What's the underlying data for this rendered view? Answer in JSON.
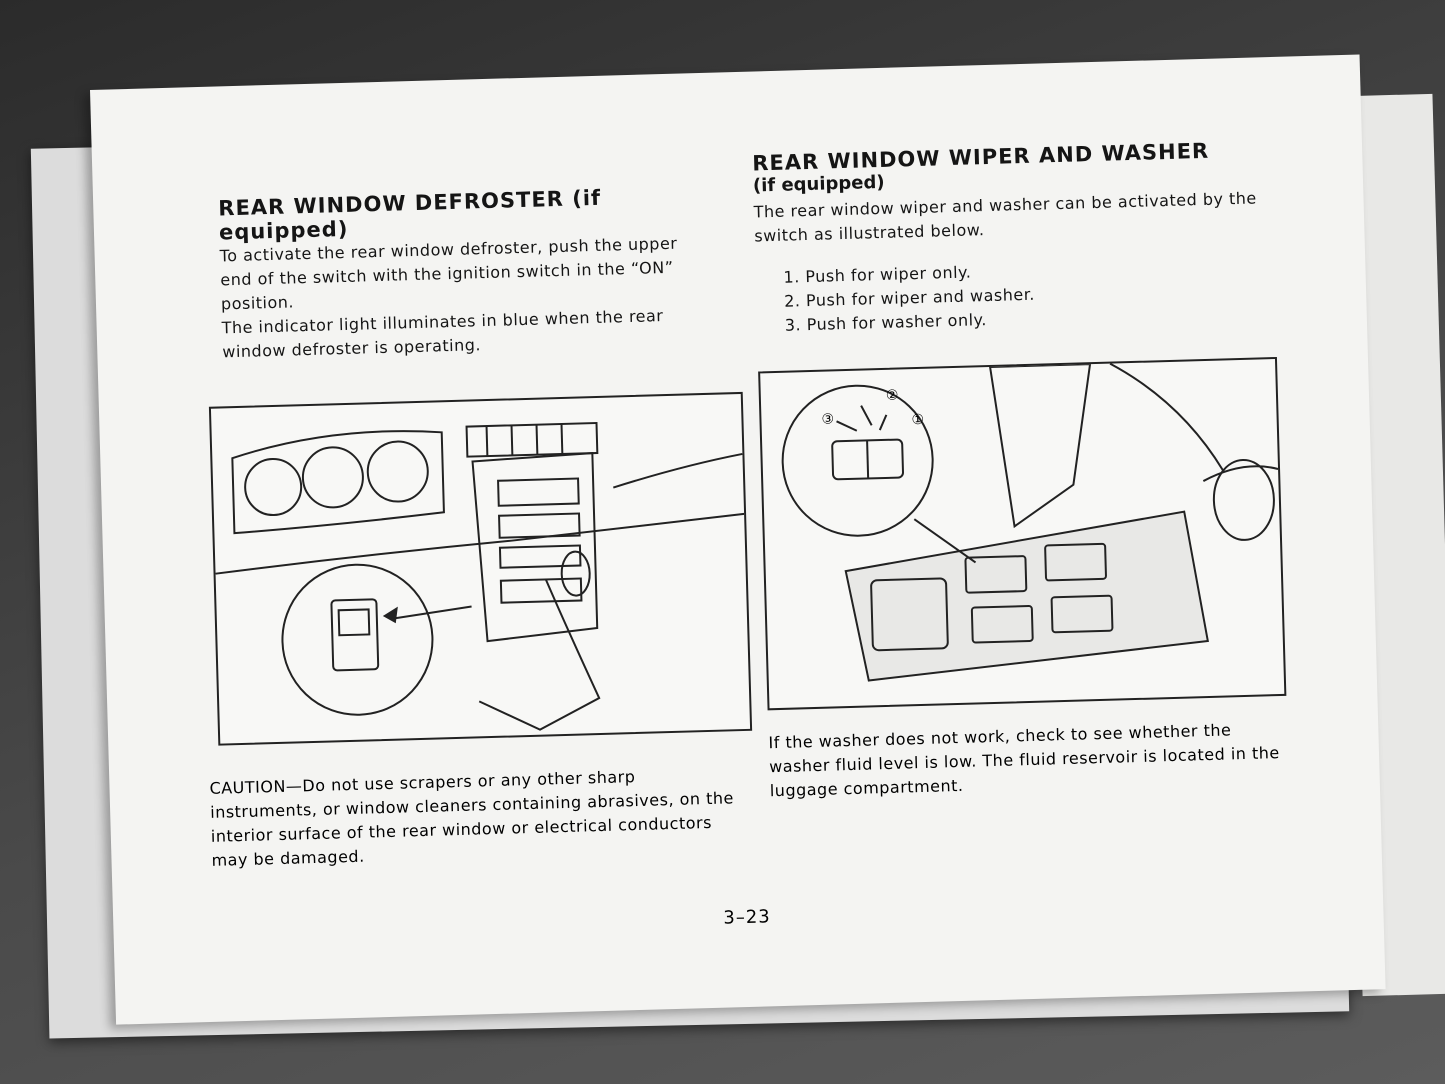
{
  "left": {
    "heading": "REAR WINDOW DEFROSTER (if equipped)",
    "para1": "To activate the rear window defroster, push the upper end of the switch with the ignition switch in the “ON” position.",
    "para2": "The indicator light illuminates in blue when the rear window defroster is operating.",
    "caution": "CAUTION—Do not use scrapers or any other sharp instruments, or window cleaners containing abrasives, on the interior surface of the rear window or electrical conductors may be damaged."
  },
  "right": {
    "heading": "REAR WINDOW WIPER AND WASHER",
    "subheading": "(if equipped)",
    "intro": "The rear window wiper and washer can be activated by the switch as illustrated below.",
    "steps": [
      "1. Push for wiper only.",
      "2. Push for wiper and washer.",
      "3. Push for washer only."
    ],
    "diagram_labels": [
      "①",
      "②",
      "③"
    ],
    "note": "If the washer does not work, check to see whether the washer fluid level is low. The fluid reservoir is located in the luggage compartment."
  },
  "page_number": "3–23"
}
